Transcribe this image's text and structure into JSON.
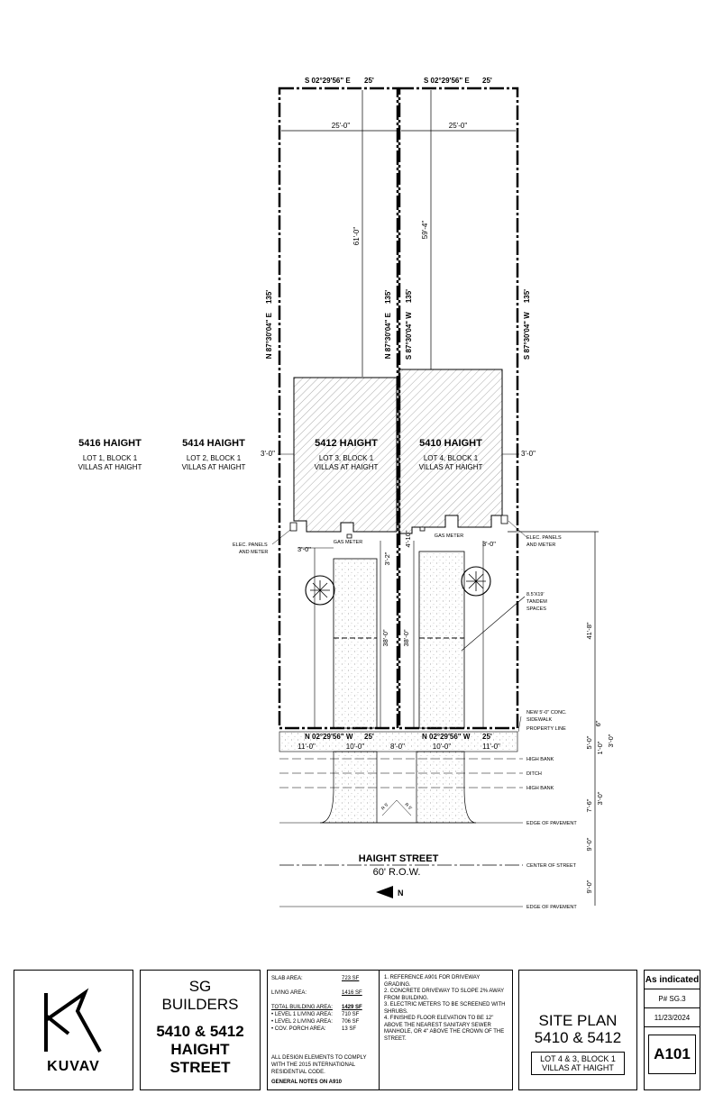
{
  "plan": {
    "top_bearing_left": "S 02°29'56\" E",
    "top_len_left": "25'",
    "top_bearing_right": "S 02°29'56\" E",
    "top_len_right": "25'",
    "width_left": "25'-0\"",
    "width_right": "25'-0\"",
    "depth_left": "61'-0\"",
    "depth_right": "59'-4\"",
    "side_1": "N 87°30'04\" E",
    "side_1_len": "135'",
    "side_2": "N 87°30'04\" E",
    "side_2_len": "135'",
    "side_3": "S 87°30'04\" W",
    "side_3_len": "135'",
    "side_4": "S 87°30'04\" W",
    "side_4_len": "135'",
    "bot_bearing_left": "N 02°29'56\" W",
    "bot_len_left": "25'",
    "bot_bearing_right": "N 02°29'56\" W",
    "bot_len_right": "25'",
    "lots": [
      {
        "name": "5416 HAIGHT",
        "lot": "LOT 1, BLOCK 1",
        "sub": "VILLAS AT HAIGHT"
      },
      {
        "name": "5414 HAIGHT",
        "lot": "LOT 2, BLOCK 1",
        "sub": "VILLAS AT HAIGHT"
      },
      {
        "name": "5412 HAIGHT",
        "lot": "LOT 3, BLOCK 1",
        "sub": "VILLAS AT HAIGHT"
      },
      {
        "name": "5410 HAIGHT",
        "lot": "LOT 4, BLOCK 1",
        "sub": "VILLAS AT HAIGHT"
      }
    ],
    "setback_left": "3'-0\"",
    "setback_right": "3'-0\"",
    "gas_meter": "GAS METER",
    "elec_l1": "ELEC. PANELS",
    "elec_l2": "AND METER",
    "elec_r1": "ELEC. PANELS",
    "elec_r2": "AND METER",
    "d_3_0_left": "3'-0\"",
    "d_3_2": "3'-2\"",
    "d_4_10": "4'-10\"",
    "d_3_0_right": "3'-0\"",
    "drive_left": "38'-0\"",
    "drive_right": "38'-0\"",
    "tandem_1": "8.5'X19'",
    "tandem_2": "TANDEM",
    "tandem_3": "SPACES",
    "dim_41_8": "41'-8\"",
    "sidewalk_1": "NEW 5'-0\" CONC.",
    "sidewalk_2": "SIDEWALK",
    "property_line": "PROPERTY LINE",
    "w_11_l": "11'-0\"",
    "w_10_l": "10'-0\"",
    "w_8": "8'-0\"",
    "w_10_r": "10'-0\"",
    "w_11_r": "11'-0\"",
    "d_6": "6\"",
    "d_1_0": "1'-0\"",
    "d_5_0": "5'-0\"",
    "d_3_0_bank": "3'-0\"",
    "high_bank_1": "HIGH BANK",
    "ditch": "DITCH",
    "high_bank_2": "HIGH BANK",
    "d_7_6": "7'-6\"",
    "d_3_0_pave": "3'-0\"",
    "edge_pave_1": "EDGE OF PAVEMENT",
    "center_street": "CENTER OF STREET",
    "edge_pave_2": "EDGE OF PAVEMENT",
    "d_9_0_a": "9'-0\"",
    "d_9_0_b": "9'-0\"",
    "radius_l": "R 5'",
    "radius_r": "R 5'",
    "street": "HAIGHT STREET",
    "row": "60' R.O.W.",
    "north": "N"
  },
  "title_block": {
    "logo_text": "KUVAV",
    "builder": "SG BUILDERS",
    "address": "5410 & 5412 HAIGHT STREET",
    "slab_label": "SLAB AREA:",
    "slab_value": "723 SF",
    "living_label": "LIVING AREA:",
    "living_value": "1416 SF",
    "total_label": "TOTAL BUILDING AREA:",
    "total_value": "1429 SF",
    "l1_label": "LEVEL 1 LIVING AREA:",
    "l1_value": "710 SF",
    "l2_label": "LEVEL 2 LIVING AREA:",
    "l2_value": "706 SF",
    "porch_label": "COV. PORCH AREA:",
    "porch_value": "13 SF",
    "code_note": "ALL DESIGN ELEMENTS TO COMPLY WITH THE 2015 INTERNATIONAL RESIDENTIAL CODE.",
    "general_notes": "GENERAL NOTES ON A910",
    "notes": [
      "1. REFERENCE A901 FOR DRIVEWAY GRADING.",
      "2. CONCRETE DRIVEWAY TO SLOPE 2% AWAY FROM BUILDING.",
      "3. ELECTRIC METERS TO BE SCREENED WITH SHRUBS.",
      "4. FINISHED FLOOR ELEVATION TO BE 12\" ABOVE THE NEAREST SANITARY SEWER MANHOLE, OR 4\" ABOVE THE CROWN OF THE STREET."
    ],
    "sheet_title": "SITE PLAN 5410 & 5412",
    "sheet_sub": "LOT 4 & 3, BLOCK 1 VILLAS AT HAIGHT",
    "scale": "As indicated",
    "project": "P# SG.3",
    "date": "11/23/2024",
    "sheet_no": "A101"
  }
}
